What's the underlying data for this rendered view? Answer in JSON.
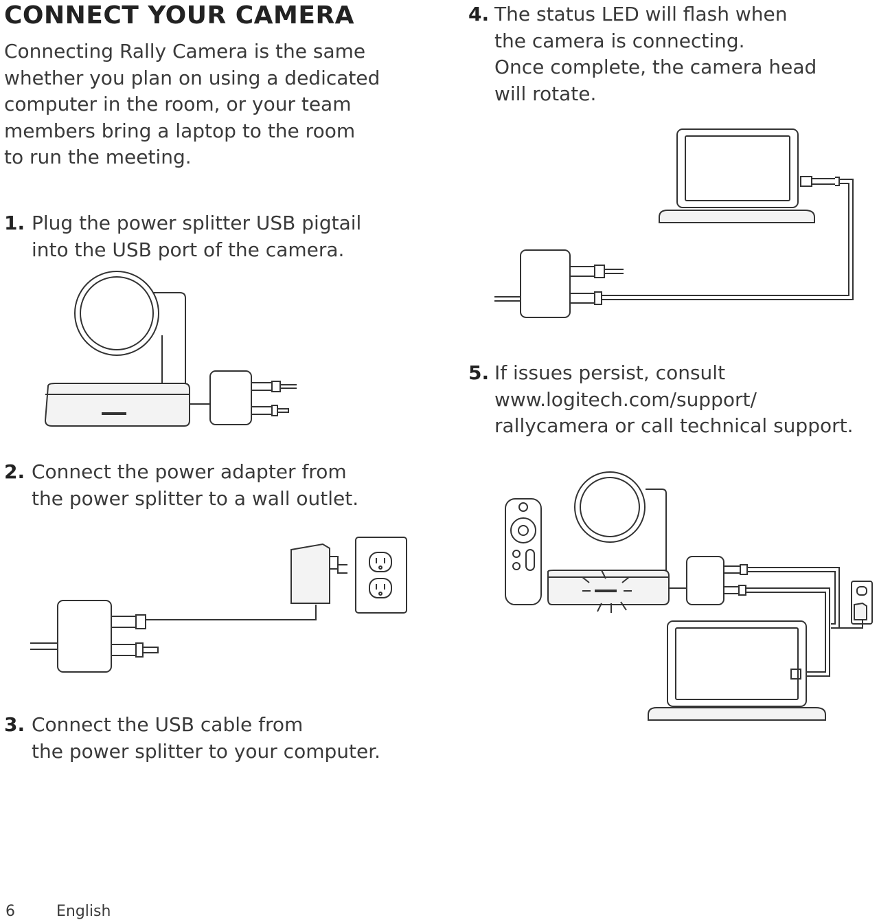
{
  "page": {
    "title": "CONNECT YOUR CAMERA",
    "intro": [
      "Connecting Rally Camera is the same",
      "whether you plan on using a dedicated",
      "computer in the room, or your team",
      "members bring a laptop to the room",
      "to run the meeting."
    ]
  },
  "steps": [
    {
      "num": "1.",
      "lines": [
        "Plug the power splitter USB pigtail",
        "into the USB port of the camera."
      ]
    },
    {
      "num": "2.",
      "lines": [
        "Connect the power adapter from",
        "the power splitter to a wall outlet."
      ]
    },
    {
      "num": "3.",
      "lines": [
        "Connect the USB cable from",
        "the power splitter to your computer."
      ]
    },
    {
      "num": "4.",
      "lines": [
        "The status LED will flash when",
        "the camera is connecting.",
        "Once complete, the camera head",
        "will rotate."
      ]
    },
    {
      "num": "5.",
      "lines": [
        "If issues persist, consult",
        "www.logitech.com/support/",
        "rallycamera or call technical support."
      ]
    }
  ],
  "footer": {
    "page_number": "6",
    "language": "English"
  },
  "illustrations": {
    "fig1": "camera-with-splitter",
    "fig2": "splitter-to-wall-outlet",
    "fig4": "splitter-to-laptop",
    "fig5": "full-setup-remote-camera-laptop-outlet"
  },
  "colors": {
    "text": "#3a3a3a",
    "line": "#333333"
  }
}
